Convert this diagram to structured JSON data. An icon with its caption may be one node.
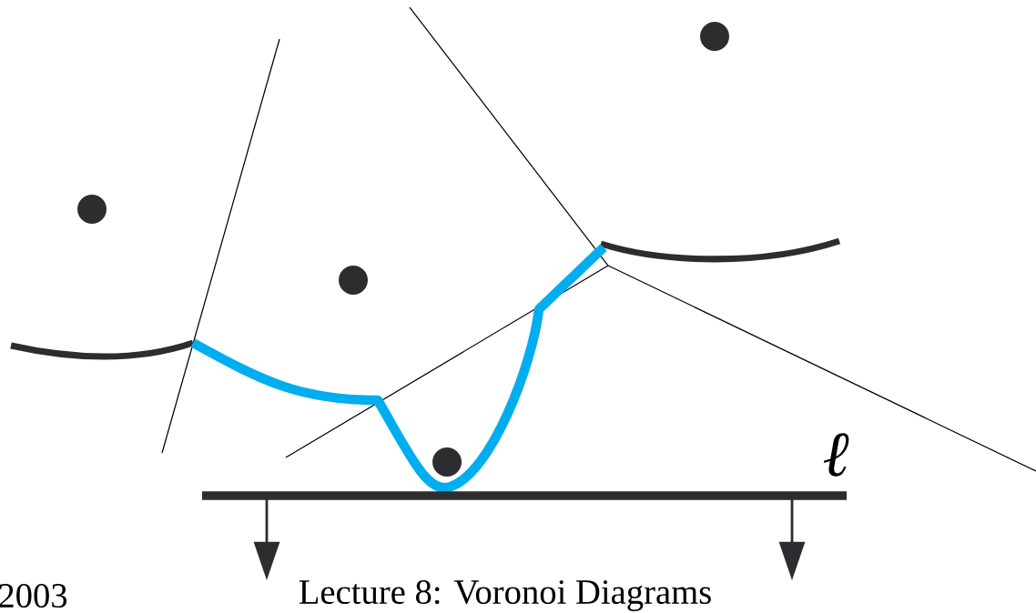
{
  "diagram": {
    "labels": [
      "ℓ",
      "2003",
      "Lecture 8: Voronoi Diagrams"
    ]
  }
}
